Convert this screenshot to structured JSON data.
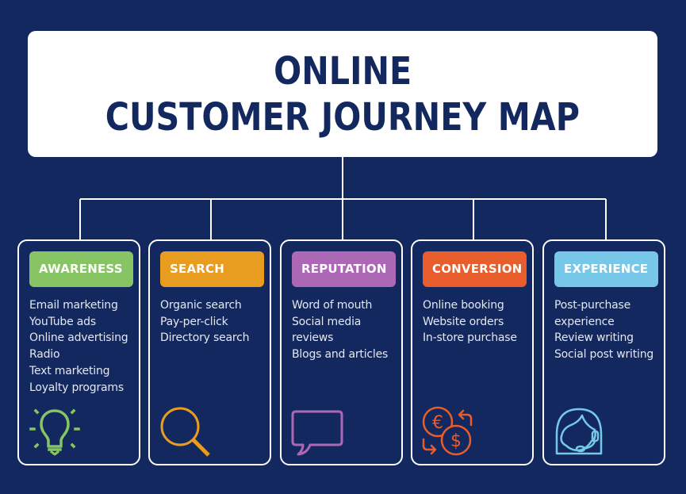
{
  "title": {
    "line1": "ONLINE",
    "line2": "CUSTOMER JOURNEY MAP"
  },
  "colors": {
    "background": "#13285f",
    "title_text": "#13285f",
    "awareness": "#87c463",
    "search": "#e89c20",
    "reputation": "#ac68b5",
    "conversion": "#e75d2c",
    "experience": "#77c8e8"
  },
  "stages": [
    {
      "label": "AWARENESS",
      "icon": "lightbulb-icon",
      "items": [
        "Email marketing",
        "YouTube ads",
        "Online advertising",
        "Radio",
        "Text marketing",
        "Loyalty programs"
      ]
    },
    {
      "label": "SEARCH",
      "icon": "magnifying-glass-icon",
      "items": [
        "Organic search",
        "Pay-per-click",
        "Directory search"
      ]
    },
    {
      "label": "REPUTATION",
      "icon": "speech-bubble-icon",
      "items": [
        "Word of mouth",
        "Social media",
        "reviews",
        "Blogs and articles"
      ]
    },
    {
      "label": "CONVERSION",
      "icon": "currency-exchange-icon",
      "items": [
        "Online booking",
        "Website orders",
        "In-store purchase"
      ]
    },
    {
      "label": "EXPERIENCE",
      "icon": "customer-support-icon",
      "items": [
        "Post-purchase",
        "experience",
        "Review writing",
        "Social post writing"
      ]
    }
  ]
}
